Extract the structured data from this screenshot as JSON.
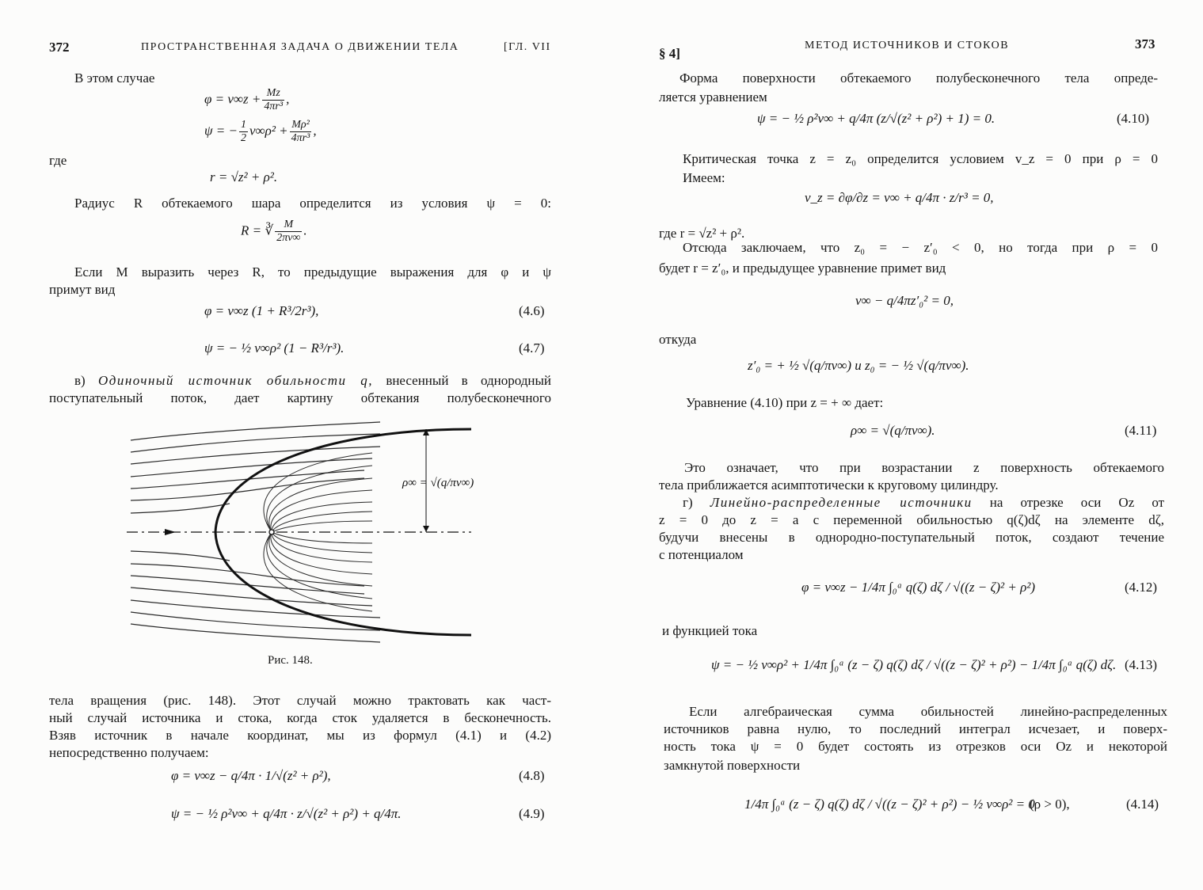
{
  "left": {
    "page_number": "372",
    "running_head": "ПРОСТРАНСТВЕННАЯ ЗАДАЧА О ДВИЖЕНИИ ТЕЛА",
    "chapter": "[ГЛ. VII",
    "l1": "В этом случае",
    "e1_lhs": "φ = v∞z +",
    "e1_num": "Mz",
    "e1_den": "4πr³",
    "e1_end": ",",
    "e2_lhs": "ψ = −",
    "e2_h_num": "1",
    "e2_h_den": "2",
    "e2_mid": "v∞ρ² +",
    "e2_num": "Mρ²",
    "e2_den": "4πr³",
    "e2_end": ",",
    "where": "где",
    "e3": "r = √z² + ρ².",
    "l2": "Радиус R обтекаемого шара определится из условия ψ = 0:",
    "e4_lhs": "R = ∛",
    "e4_num": "M",
    "e4_den": "2πv∞",
    "e4_end": ".",
    "l3a": "Если M выразить через R, то предыдущие выражения для φ и ψ",
    "l3b": "примут вид",
    "e46": "φ = v∞z (1 + R³/2r³),",
    "e46_no": "(4.6)",
    "e47": "ψ = − ½ v∞ρ² (1 − R³/r³).",
    "e47_no": "(4.7)",
    "p_a_pre": "в)",
    "p_a_it": "Одиночный источник обильности q,",
    "p_a_post": "внесенный в однородный",
    "p_b": "поступательный поток, дает картину обтекания полубесконечного",
    "fig_label": "ρ∞ = √(q/πv∞)",
    "fig_caption": "Рис. 148.",
    "p2_1": "тела вращения (рис. 148). Этот случай можно трактовать как част-",
    "p2_2": "ный случай источника и стока, когда сток удаляется в бесконечность.",
    "p2_3": "Взяв источник в начале координат, мы из формул (4.1) и (4.2)",
    "p2_4": "непосредственно получаем:",
    "e48": "φ = v∞z − q/4π · 1/√(z² + ρ²),",
    "e48_no": "(4.8)",
    "e49": "ψ = − ½ ρ²v∞ + q/4π · z/√(z² + ρ²) + q/4π.",
    "e49_no": "(4.9)"
  },
  "right": {
    "section": "§ 4]",
    "running_head": "МЕТОД ИСТОЧНИКОВ И СТОКОВ",
    "page_number": "373",
    "p1_1": "Форма поверхности обтекаемого полубесконечного тела опреде-",
    "p1_2": "ляется уравнением",
    "e410": "ψ = − ½ ρ²v∞ + q/4π (z/√(z² + ρ²) + 1) = 0.",
    "e410_no": "(4.10)",
    "p2_1": "Критическая точка z = z₀ определится условием v_z = 0 при ρ = 0",
    "p2_2": "Имеем:",
    "e_vz": "v_z = ∂φ/∂z = v∞ + q/4π · z/r³ = 0,",
    "p3": "где r = √z² + ρ².",
    "p4_1": "Отсюда заключаем, что z₀ = − z′₀ < 0, но тогда при ρ = 0",
    "p4_2": "будет r = z′₀, и предыдущее уравнение примет вид",
    "e_v": "v∞ − q/4πz′₀² = 0,",
    "otkuda": "откуда",
    "e_z0": "z′₀ = + ½ √(q/πv∞)    и    z₀ = − ½ √(q/πv∞).",
    "p5": "Уравнение (4.10) при z = + ∞ дает:",
    "e411": "ρ∞ = √(q/πv∞).",
    "e411_no": "(4.11)",
    "p6_1": "Это означает, что при возрастании z поверхность обтекаемого",
    "p6_2": "тела приближается асимптотически к круговому цилиндру.",
    "p7_pre": "г)",
    "p7_it": "Линейно-распределенные источники",
    "p7_post": "на отрезке оси Oz от",
    "p7_2": "z = 0 до z = a с переменной обильностью q(ζ)dζ на элементе dζ,",
    "p7_3": "будучи внесены в однородно-поступательный поток, создают течение",
    "p7_4": "с потенциалом",
    "e412": "φ = v∞z − 1/4π ∫₀ᵃ q(ζ) dζ / √((z − ζ)² + ρ²)",
    "e412_no": "(4.12)",
    "p8": "и функцией тока",
    "e413": "ψ = − ½ v∞ρ² + 1/4π ∫₀ᵃ (z − ζ) q(ζ) dζ / √((z − ζ)² + ρ²) − 1/4π ∫₀ᵃ q(ζ) dζ.",
    "e413_no": "(4.13)",
    "p9_1": "Если алгебраическая сумма обильностей линейно-распределенных",
    "p9_2": "источников равна нулю, то последний интеграл исчезает, и поверх-",
    "p9_3": "ность тока ψ = 0 будет состоять из отрезков оси Oz и некоторой",
    "p9_4": "замкнутой поверхности",
    "e414": "1/4π ∫₀ᵃ (z − ζ) q(ζ) dζ / √((z − ζ)² + ρ²) − ½ v∞ρ² = 0",
    "e414_cond": "(ρ > 0),",
    "e414_no": "(4.14)"
  }
}
